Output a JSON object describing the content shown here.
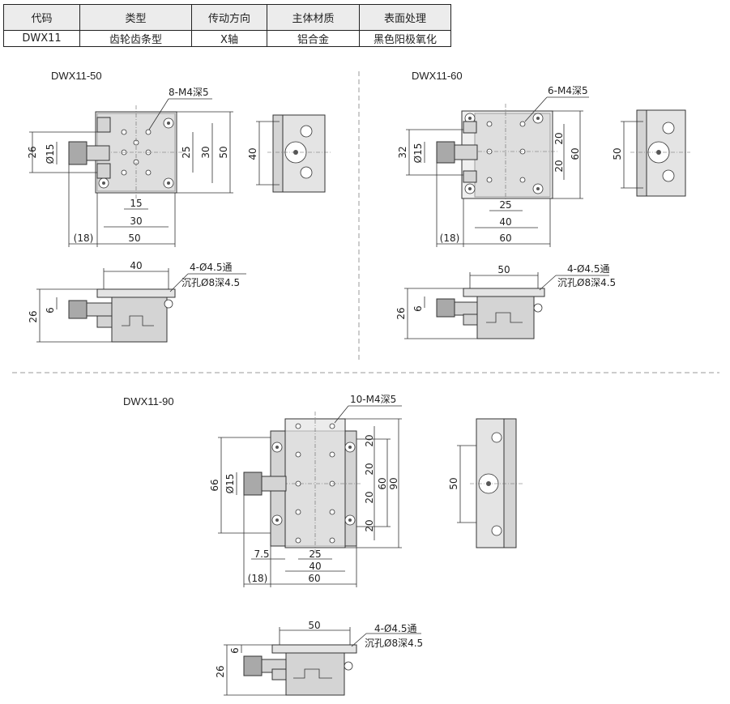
{
  "spec_table": {
    "headers": [
      "代码",
      "类型",
      "传动方向",
      "主体材质",
      "表面处理"
    ],
    "row": [
      "DWX11",
      "齿轮齿条型",
      "X轴",
      "铝合金",
      "黑色阳极氧化"
    ]
  },
  "models": {
    "m50": {
      "title": "DWX11-50",
      "top_holes": "8-M4深5",
      "dims": {
        "d26": "26",
        "phi15": "Ø15",
        "d25": "25",
        "d30": "30",
        "d50": "50",
        "d15": "15",
        "d30b": "30",
        "d18": "(18)",
        "d50b": "50",
        "side40": "40"
      },
      "front": {
        "d40": "40",
        "hole1": "4-Ø4.5通",
        "hole2": "沉孔Ø8深4.5",
        "d26": "26",
        "d6": "6"
      }
    },
    "m60": {
      "title": "DWX11-60",
      "top_holes": "6-M4深5",
      "dims": {
        "d32": "32",
        "phi15": "Ø15",
        "d20a": "20",
        "d20b": "20",
        "d60": "60",
        "d25": "25",
        "d40": "40",
        "d18": "(18)",
        "d60b": "60",
        "side50": "50"
      },
      "front": {
        "d50": "50",
        "hole1": "4-Ø4.5通",
        "hole2": "沉孔Ø8深4.5",
        "d26": "26",
        "d6": "6"
      }
    },
    "m90": {
      "title": "DWX11-90",
      "top_holes": "10-M4深5",
      "dims": {
        "d66": "66",
        "phi15": "Ø15",
        "d20a": "20",
        "d20b": "20",
        "d20c": "20",
        "d20d": "20",
        "d60": "60",
        "d90": "90",
        "d7_5": "7.5",
        "d25": "25",
        "d40": "40",
        "d18": "(18)",
        "d60b": "60",
        "side50": "50"
      },
      "front": {
        "d50": "50",
        "hole1": "4-Ø4.5通",
        "hole2": "沉孔Ø8深4.5",
        "d26": "26",
        "d6": "6"
      }
    }
  },
  "colors": {
    "line": "#333333",
    "body": "#d4d4d4",
    "plate": "#e4e4e4",
    "knob": "#a9a9a9"
  }
}
